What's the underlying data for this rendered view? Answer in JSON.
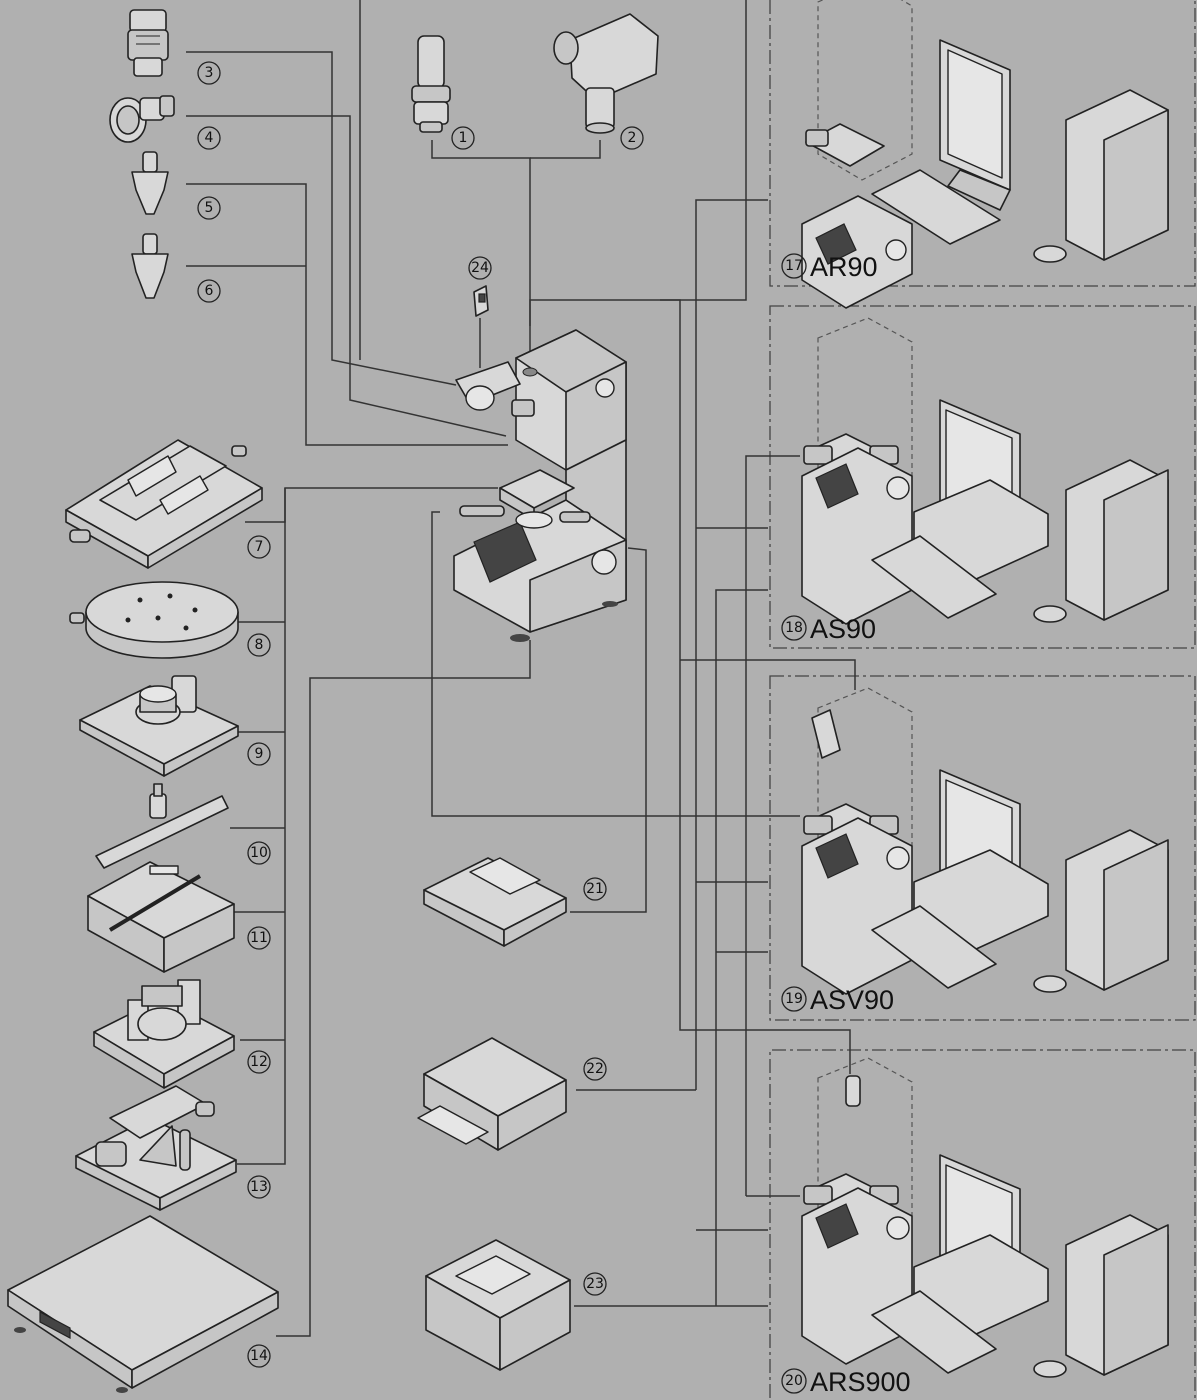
{
  "callouts": {
    "n1": "1",
    "n2": "2",
    "n3": "3",
    "n4": "4",
    "n5": "5",
    "n6": "6",
    "n7": "7",
    "n8": "8",
    "n9": "9",
    "n10": "10",
    "n11": "11",
    "n12": "12",
    "n13": "13",
    "n14": "14",
    "n17": "17",
    "n18": "18",
    "n19": "19",
    "n20": "20",
    "n21": "21",
    "n22": "22",
    "n23": "23",
    "n24": "24"
  },
  "systems": {
    "ar90": "AR90",
    "as90": "AS90",
    "asv90": "ASV90",
    "ars900": "ARS900"
  }
}
